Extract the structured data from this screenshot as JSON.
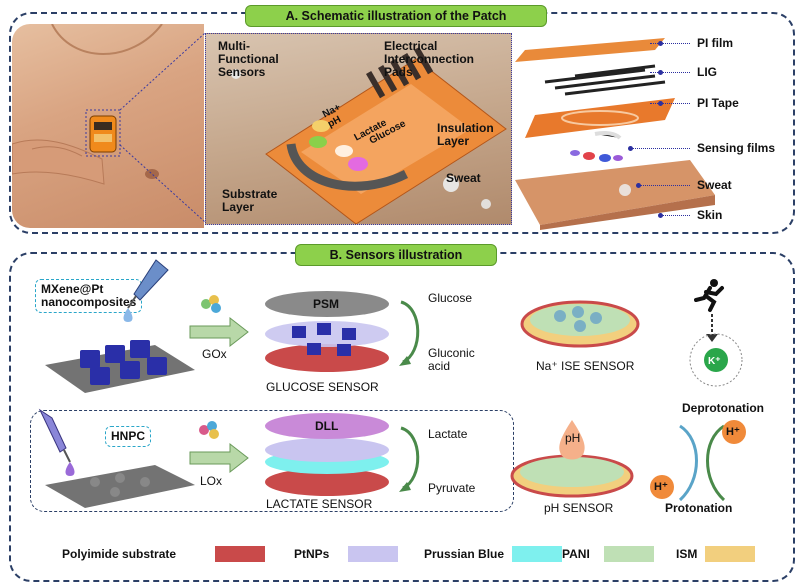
{
  "panel_a": {
    "title": "A. Schematic illustration  of the Patch",
    "patch_labels": {
      "multi_functional_sensors": "Multi-\nFunctional\nSensors",
      "electrical_pads": "Electrical\nInterconnection\nPads",
      "na_ph": "Na+\npH",
      "lactate": "Lactate",
      "glucose": "Glucose",
      "insulation_layer": "Insulation\nLayer",
      "sweat": "Sweat",
      "substrate_layer": "Substrate\nLayer"
    },
    "layers": [
      "PI film",
      "LIG",
      "PI Tape",
      "Sensing films",
      "Sweat",
      "Skin"
    ]
  },
  "panel_b": {
    "title": "B. Sensors illustration",
    "mxene_label": "MXene@Pt\nnanocomposites",
    "hnpc_label": "HNPC",
    "gox": "GOx",
    "lox": "LOx",
    "psm": "PSM",
    "dll": "DLL",
    "glucose_sensor": "GLUCOSE SENSOR",
    "lactate_sensor": "LACTATE SENSOR",
    "glucose": "Glucose",
    "gluconic_acid": "Gluconic\nacid",
    "lactate": "Lactate",
    "pyruvate": "Pyruvate",
    "na_sensor": "Na⁺ ISE SENSOR",
    "k_ion": "K⁺",
    "deprotonation": "Deprotonation",
    "ph": "pH",
    "ph_sensor": "pH  SENSOR",
    "h_plus": "H⁺",
    "protonation": "Protonation"
  },
  "legend": [
    {
      "label": "Polyimide substrate",
      "color": "#c94a4a"
    },
    {
      "label": "PtNPs",
      "color": "#c9c5f0"
    },
    {
      "label": "Prussian Blue",
      "color": "#7ef0ee"
    },
    {
      "label": "PANI",
      "color": "#bfe0b5"
    },
    {
      "label": "ISM",
      "color": "#f2cf7e"
    }
  ],
  "colors": {
    "frame": "#2b3f66",
    "pill": "#8dd04b",
    "leader": "#2b2fa0"
  }
}
